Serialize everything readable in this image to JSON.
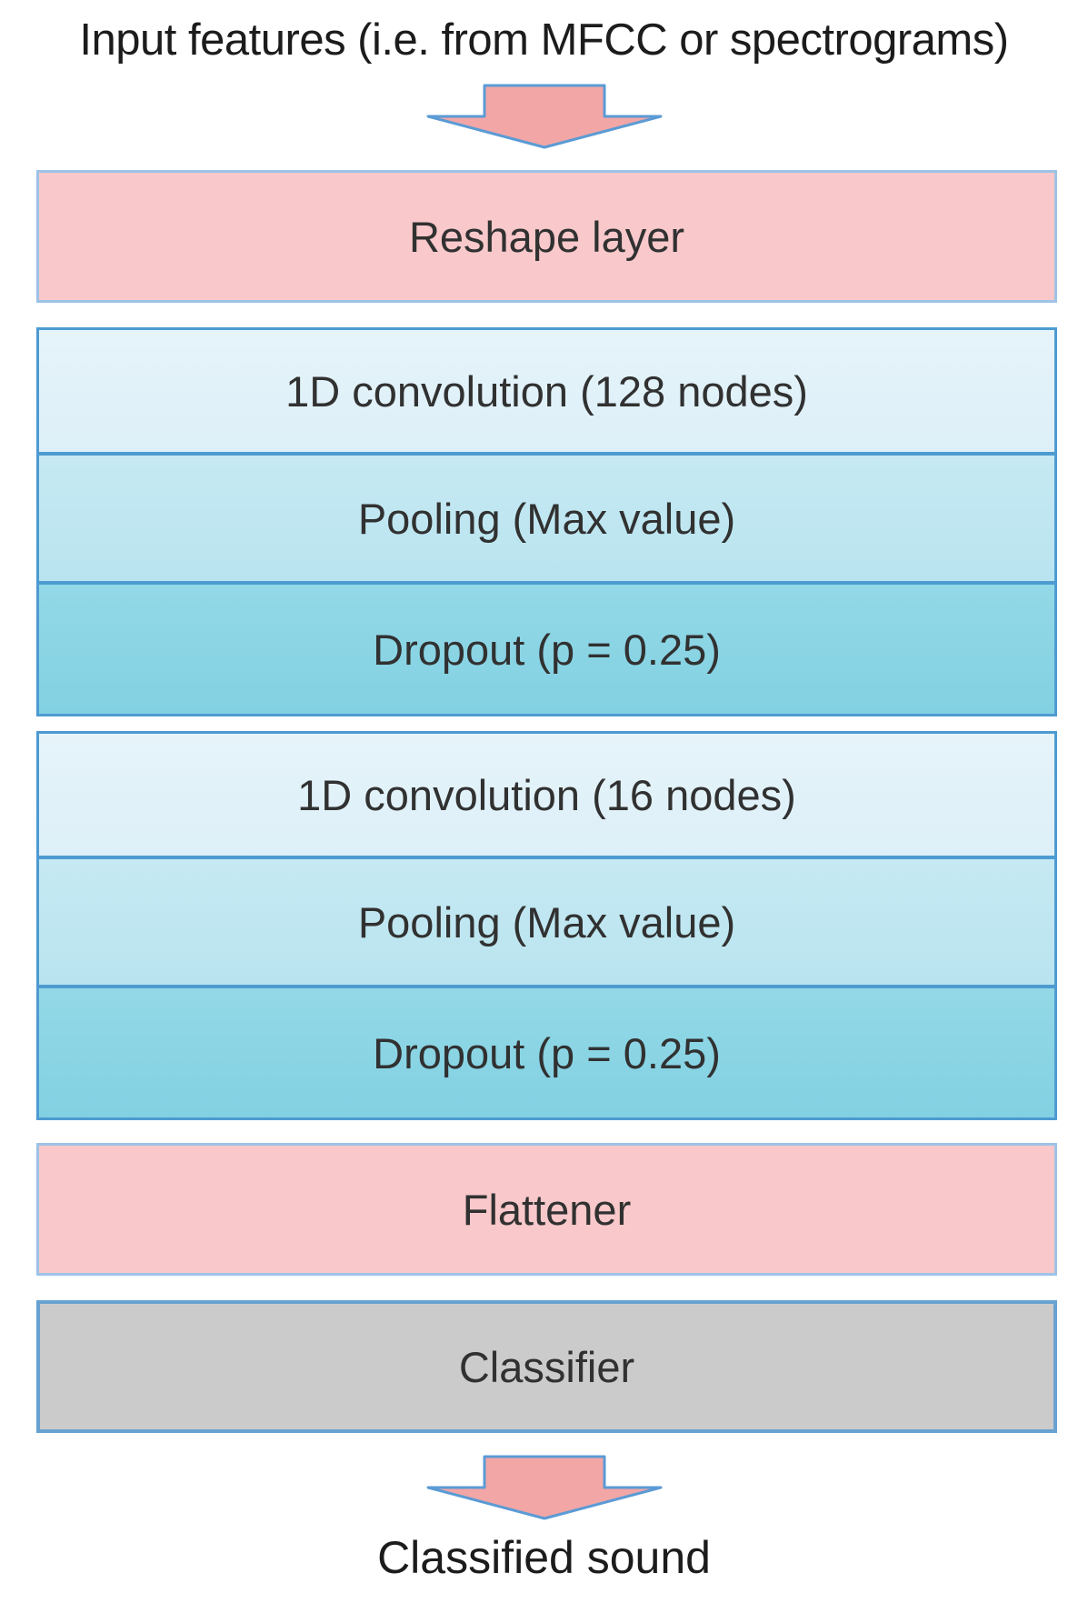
{
  "title": "Input features (i.e. from MFCC or spectrograms)",
  "footer": "Classified sound",
  "icons": {
    "down_arrow": "block down-arrow shape, pink fill with blue outline"
  },
  "layers": {
    "reshape": {
      "label": "Reshape layer"
    },
    "block1": {
      "rows": [
        {
          "label": "1D convolution (128 nodes)"
        },
        {
          "label": "Pooling (Max value)"
        },
        {
          "label": "Dropout (p = 0.25)"
        }
      ]
    },
    "block2": {
      "rows": [
        {
          "label": "1D convolution (16 nodes)"
        },
        {
          "label": "Pooling (Max value)"
        },
        {
          "label": "Dropout (p = 0.25)"
        }
      ]
    },
    "flattener": {
      "label": "Flattener"
    },
    "classifier": {
      "label": "Classifier"
    }
  },
  "colors": {
    "pink_fill": "#f8c8ca",
    "pink_border": "#9dc3e6",
    "arrow_fill": "#f2a6a6",
    "arrow_border": "#5b9bd5",
    "conv_fill": "#ddeff8",
    "pool_fill": "#b9e4ef",
    "drop_fill": "#82d1e2",
    "group_border": "#4d9bd1",
    "gray_fill": "#cbcbcb",
    "gray_border": "#68a2d1",
    "title_text": "#1c1c1c",
    "label_text": "#313131"
  }
}
